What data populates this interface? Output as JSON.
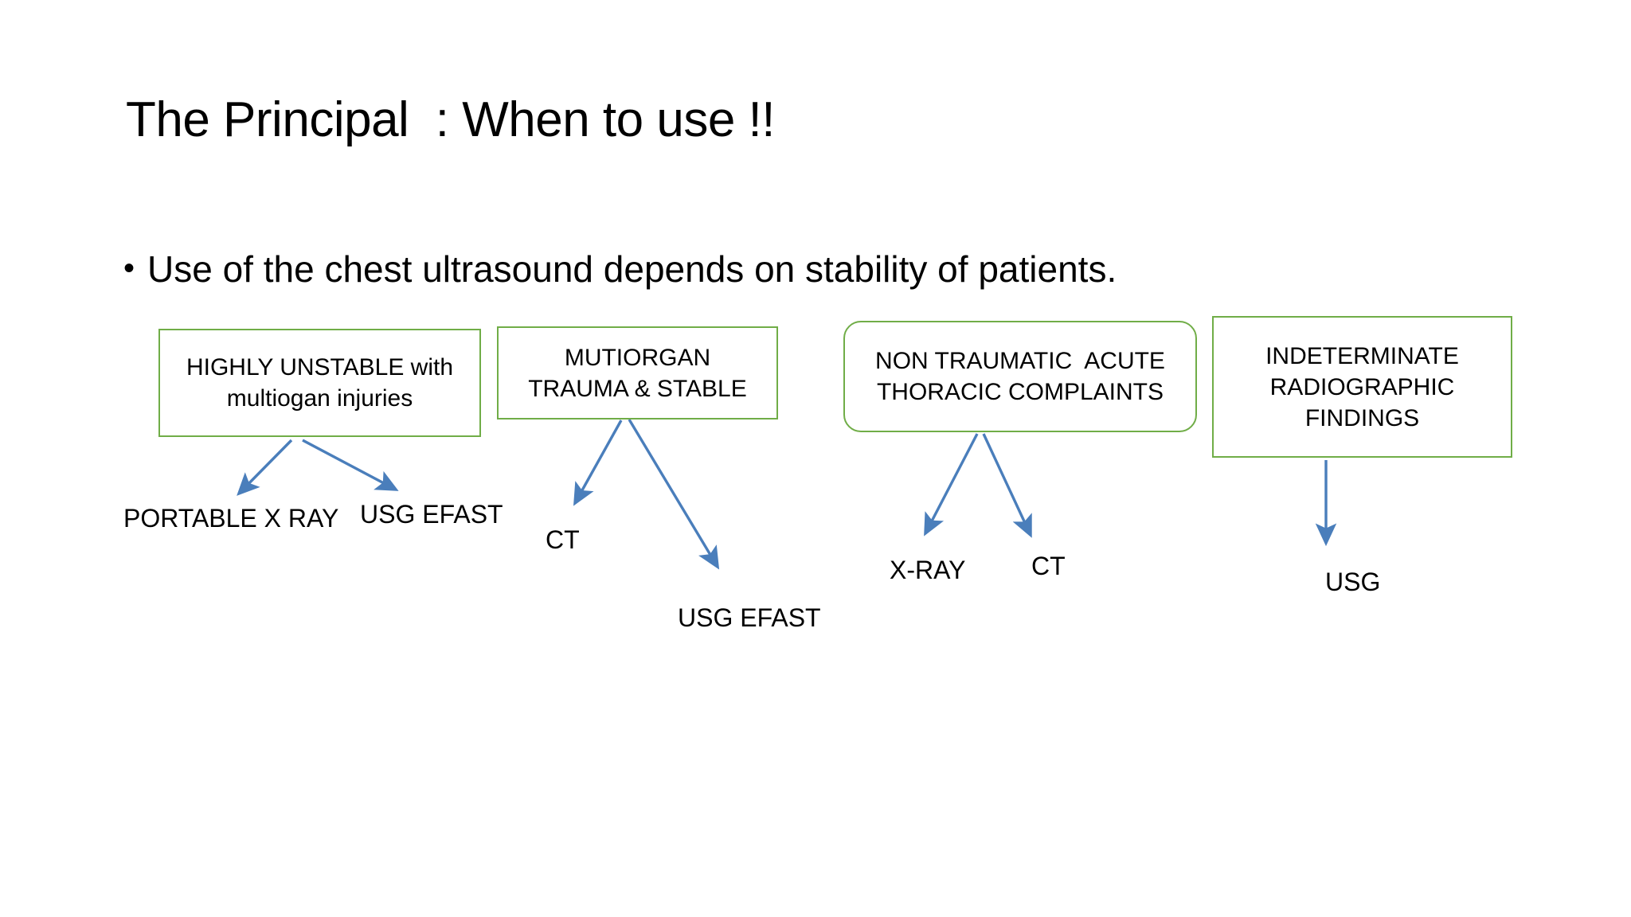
{
  "slide": {
    "title": "The Principal  : When to use !!",
    "bullet_marker": "•",
    "bullet_text": "Use of the chest ultrasound depends on stability of patients."
  },
  "colors": {
    "box_border": "#70ad47",
    "arrow": "#4a7ebb",
    "text": "#000000",
    "background": "#ffffff"
  },
  "diagram": {
    "boxes": [
      {
        "id": "highly-unstable",
        "lines": [
          "HIGHLY UNSTABLE with",
          "multiogan injuries"
        ],
        "shape": "rectangle"
      },
      {
        "id": "multiorgan-trauma-stable",
        "lines": [
          "MUTIORGAN",
          "TRAUMA & STABLE"
        ],
        "shape": "rectangle"
      },
      {
        "id": "non-traumatic-acute-thoracic",
        "lines": [
          "NON TRAUMATIC  ACUTE",
          "THORACIC COMPLAINTS"
        ],
        "shape": "rounded-rectangle"
      },
      {
        "id": "indeterminate-radiographic",
        "lines": [
          "INDETERMINATE",
          "RADIOGRAPHIC",
          "FINDINGS"
        ],
        "shape": "rectangle"
      }
    ],
    "leaves": [
      {
        "id": "portable-x-ray",
        "label": "PORTABLE X RAY",
        "parent": "highly-unstable"
      },
      {
        "id": "usg-efast-1",
        "label": "USG EFAST",
        "parent": "highly-unstable"
      },
      {
        "id": "ct-1",
        "label": "CT",
        "parent": "multiorgan-trauma-stable"
      },
      {
        "id": "usg-efast-2",
        "label": "USG EFAST",
        "parent": "multiorgan-trauma-stable"
      },
      {
        "id": "x-ray",
        "label": "X-RAY",
        "parent": "non-traumatic-acute-thoracic"
      },
      {
        "id": "ct-2",
        "label": "CT",
        "parent": "non-traumatic-acute-thoracic"
      },
      {
        "id": "usg",
        "label": "USG",
        "parent": "indeterminate-radiographic"
      }
    ],
    "connectors": [
      {
        "id": "arrow-highly-unstable-to-portable-x-ray",
        "from": "highly-unstable",
        "to": "portable-x-ray"
      },
      {
        "id": "arrow-highly-unstable-to-usg-efast",
        "from": "highly-unstable",
        "to": "usg-efast-1"
      },
      {
        "id": "arrow-multiorgan-to-ct",
        "from": "multiorgan-trauma-stable",
        "to": "ct-1"
      },
      {
        "id": "arrow-multiorgan-to-usg-efast",
        "from": "multiorgan-trauma-stable",
        "to": "usg-efast-2"
      },
      {
        "id": "arrow-non-traumatic-to-x-ray",
        "from": "non-traumatic-acute-thoracic",
        "to": "x-ray"
      },
      {
        "id": "arrow-non-traumatic-to-ct",
        "from": "non-traumatic-acute-thoracic",
        "to": "ct-2"
      },
      {
        "id": "arrow-indeterminate-to-usg",
        "from": "indeterminate-radiographic",
        "to": "usg"
      }
    ]
  }
}
